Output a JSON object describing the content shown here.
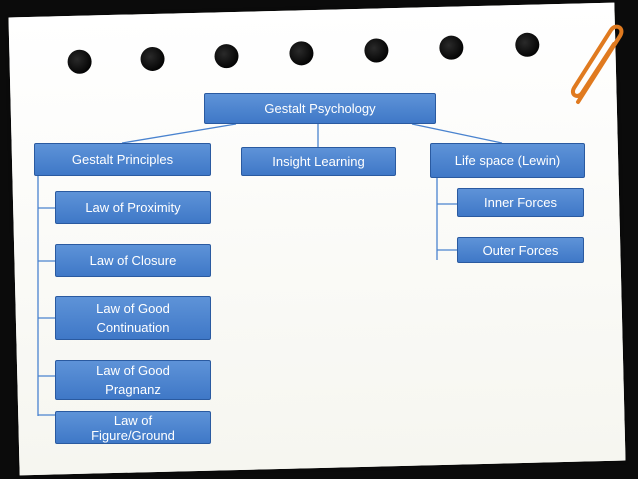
{
  "diagram": {
    "root": "Gestalt Psychology",
    "branches": {
      "principles": "Gestalt Principles",
      "insight": "Insight Learning",
      "lifespace": "Life space (Lewin)"
    },
    "principle_items": [
      "Law of Proximity",
      "Law of Closure",
      "Law of Good Continuation",
      "Law of Good Pragnanz",
      "Law of Figure/Ground"
    ],
    "lifespace_items": [
      "Inner Forces",
      "Outer Forces"
    ]
  },
  "colors": {
    "box_fill": "#4a83cf",
    "box_border": "#2a5aa0",
    "connector": "#4a83cf",
    "paperclip": "#e07a1f"
  }
}
